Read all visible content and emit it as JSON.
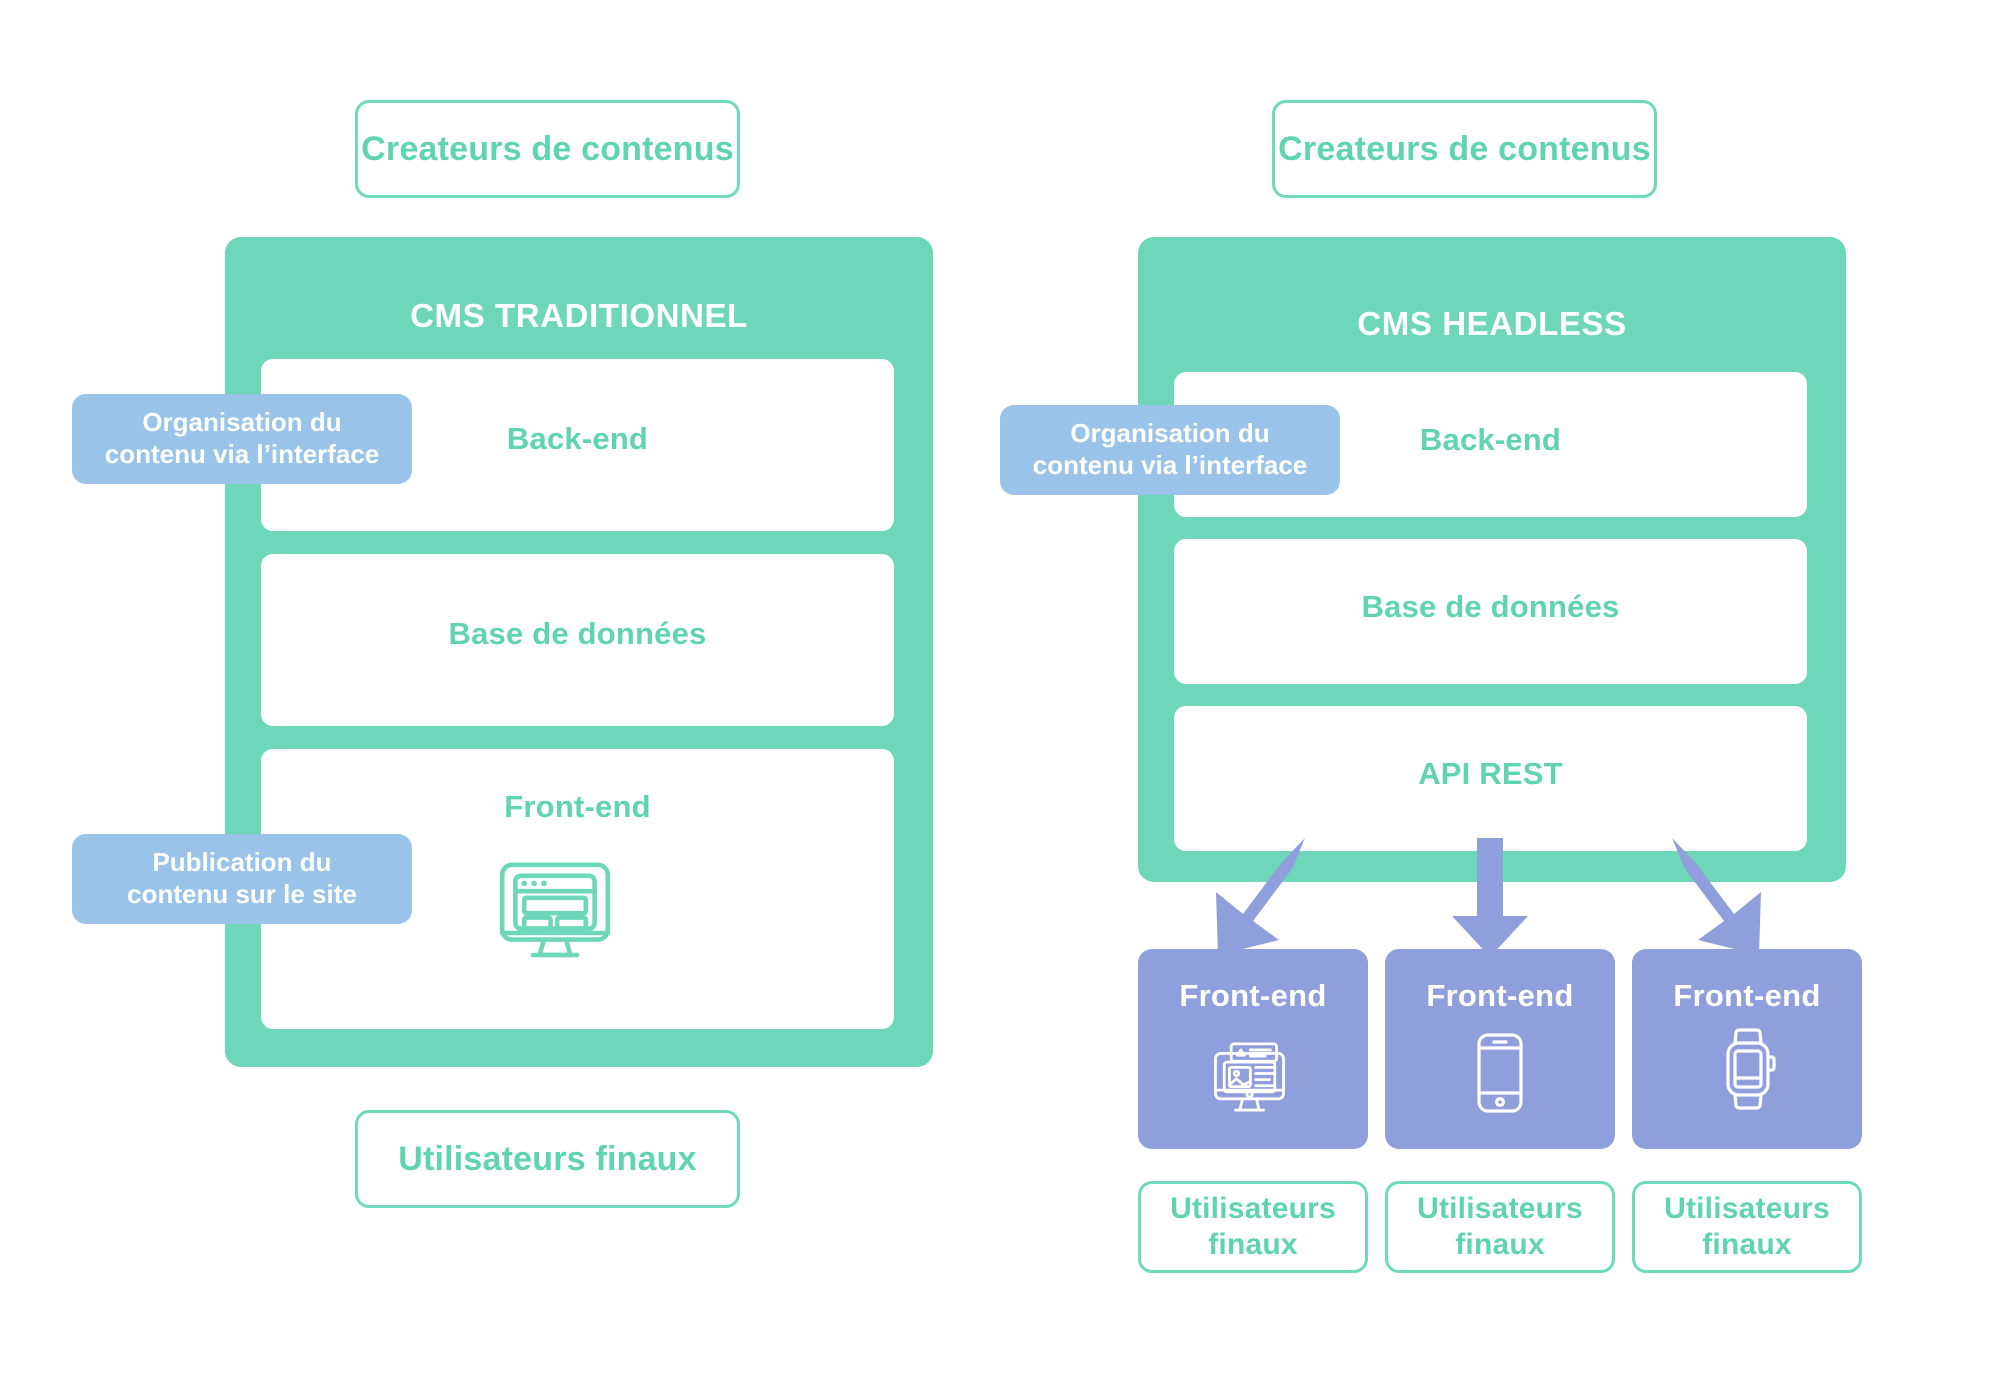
{
  "colors": {
    "teal": "#6ed7b9",
    "teal_text": "#5fd3b2",
    "teal_border": "#6fd9bb",
    "periwinkle": "#8e9fdc",
    "light_blue": "#99c3e8",
    "white": "#ffffff",
    "background": "#ffffff"
  },
  "diagram": {
    "left": {
      "top_box": {
        "label": "Createurs de contenus"
      },
      "panel_title": "CMS TRADITIONNEL",
      "cards": [
        {
          "label": "Back-end",
          "icon": null
        },
        {
          "label": "Base de données",
          "icon": null
        },
        {
          "label": "Front-end",
          "icon": "desktop-monitor-icon"
        }
      ],
      "callouts": [
        {
          "line1": "Organisation du",
          "line2": "contenu via l’interface"
        },
        {
          "line1": "Publication du",
          "line2": "contenu sur le site"
        }
      ],
      "bottom_box": {
        "label": "Utilisateurs finaux"
      }
    },
    "right": {
      "top_box": {
        "label": "Createurs de contenus"
      },
      "panel_title": "CMS HEADLESS",
      "cards": [
        {
          "label": "Back-end",
          "icon": null
        },
        {
          "label": "Base de données",
          "icon": null
        },
        {
          "label": "API REST",
          "icon": null
        }
      ],
      "callouts": [
        {
          "line1": "Organisation du",
          "line2": "contenu via l’interface"
        }
      ],
      "arrows": [
        {
          "name": "arrow-down-left",
          "direction": "down-left"
        },
        {
          "name": "arrow-down",
          "direction": "down"
        },
        {
          "name": "arrow-down-right",
          "direction": "down-right"
        }
      ],
      "frontends": [
        {
          "label": "Front-end",
          "icon": "desktop-monitor-icon"
        },
        {
          "label": "Front-end",
          "icon": "smartphone-icon"
        },
        {
          "label": "Front-end",
          "icon": "smartwatch-icon"
        }
      ],
      "bottom_boxes": [
        {
          "line1": "Utilisateurs",
          "line2": "finaux"
        },
        {
          "line1": "Utilisateurs",
          "line2": "finaux"
        },
        {
          "line1": "Utilisateurs",
          "line2": "finaux"
        }
      ]
    }
  }
}
